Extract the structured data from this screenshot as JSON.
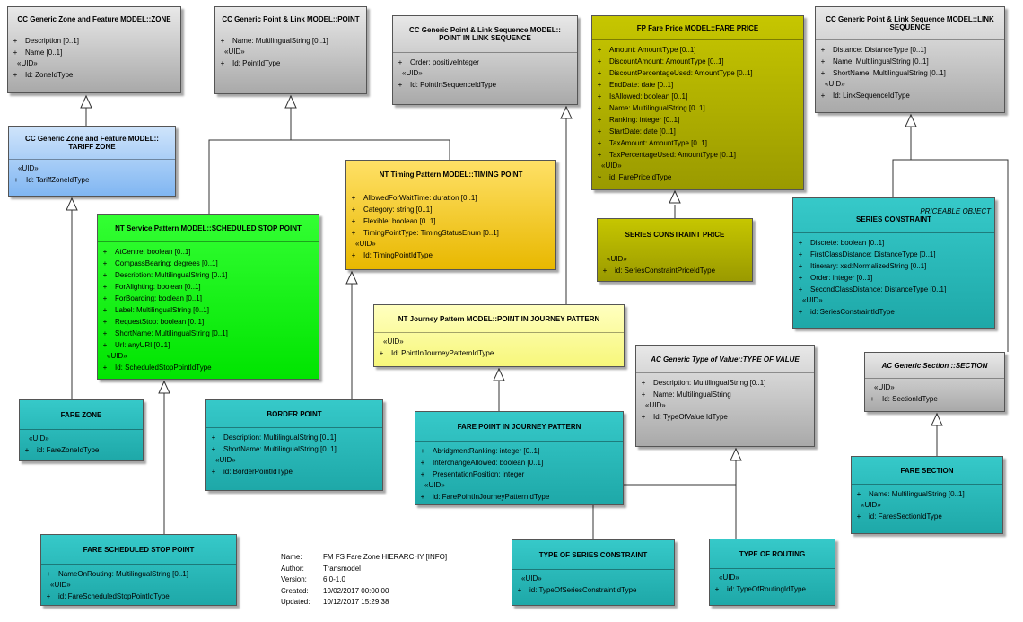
{
  "diagram": {
    "classes": [
      {
        "id": "zone",
        "title": [
          "CC Generic Zone and Feature MODEL::ZONE"
        ],
        "attrs": [
          [
            "+",
            "Description [0..1]"
          ],
          [
            "+",
            "Name [0..1]"
          ]
        ],
        "uid": "«UID»",
        "ids": [
          [
            "+",
            "Id: ZoneIdType"
          ]
        ]
      },
      {
        "id": "point",
        "title": [
          "CC Generic Point & Link MODEL::POINT"
        ],
        "attrs": [
          [
            "+",
            "Name: MultilingualString [0..1]"
          ]
        ],
        "uid": "«UID»",
        "ids": [
          [
            "+",
            "Id: PointIdType"
          ]
        ]
      },
      {
        "id": "pils",
        "title": [
          "CC Generic Point & Link Sequence MODEL::",
          "POINT IN LINK SEQUENCE"
        ],
        "attrs": [
          [
            "+",
            "Order: positiveInteger"
          ]
        ],
        "uid": "«UID»",
        "ids": [
          [
            "+",
            "Id: PointInSequenceIdType"
          ]
        ]
      },
      {
        "id": "fareprice",
        "title": [
          "FP Fare Price MODEL::FARE PRICE"
        ],
        "attrs": [
          [
            "+",
            "Amount: AmountType [0..1]"
          ],
          [
            "+",
            "DiscountAmount: AmountType [0..1]"
          ],
          [
            "+",
            "DiscountPercentageUsed: AmountType [0..1]"
          ],
          [
            "+",
            "EndDate: date [0..1]"
          ],
          [
            "+",
            "IsAllowed: boolean [0..1]"
          ],
          [
            "+",
            "Name: MultilingualString [0..1]"
          ],
          [
            "+",
            "Ranking: integer [0..1]"
          ],
          [
            "+",
            "StartDate: date [0..1]"
          ],
          [
            "+",
            "TaxAmount: AmountType [0..1]"
          ],
          [
            "+",
            "TaxPercentageUsed: AmountType [0..1]"
          ]
        ],
        "uid": "«UID»",
        "ids": [
          [
            "~",
            "id: FarePriceIdType"
          ]
        ]
      },
      {
        "id": "linkseq",
        "title": [
          "CC Generic Point & Link Sequence MODEL::LINK",
          "SEQUENCE"
        ],
        "attrs": [
          [
            "+",
            "Distance: DistanceType [0..1]"
          ],
          [
            "+",
            "Name: MultilingualString [0..1]"
          ],
          [
            "+",
            "ShortName: MultilingualString [0..1]"
          ]
        ],
        "uid": "«UID»",
        "ids": [
          [
            "+",
            "Id: LinkSequenceIdType"
          ]
        ]
      },
      {
        "id": "tariffzone",
        "title": [
          "CC Generic Zone and Feature MODEL::",
          "TARIFF ZONE"
        ],
        "attrs": [],
        "uid": "«UID»",
        "ids": [
          [
            "+",
            "Id: TariffZoneIdType"
          ]
        ]
      },
      {
        "id": "timingpoint",
        "title": [
          "NT Timing Pattern MODEL::TIMING POINT"
        ],
        "attrs": [
          [
            "+",
            "AllowedForWaitTime: duration [0..1]"
          ],
          [
            "+",
            "Category: string [0..1]"
          ],
          [
            "+",
            "Flexible: boolean [0..1]"
          ],
          [
            "+",
            "TimingPointType: TimingStatusEnum [0..1]"
          ]
        ],
        "uid": "«UID»",
        "ids": [
          [
            "+",
            "Id: TimingPointIdType"
          ]
        ]
      },
      {
        "id": "ssp",
        "title": [
          "NT Service Pattern MODEL::SCHEDULED STOP POINT"
        ],
        "attrs": [
          [
            "+",
            "AtCentre: boolean [0..1]"
          ],
          [
            "+",
            "CompassBearing: degrees [0..1]"
          ],
          [
            "+",
            "Description: MultilingualString [0..1]"
          ],
          [
            "+",
            "ForAlighting: boolean [0..1]"
          ],
          [
            "+",
            "ForBoarding: boolean [0..1]"
          ],
          [
            "+",
            "Label: MultilingualString [0..1]"
          ],
          [
            "+",
            "RequestStop: boolean [0..1]"
          ],
          [
            "+",
            "ShortName: MultilingualString [0..1]"
          ],
          [
            "+",
            "Url: anyURI [0..1]"
          ]
        ],
        "uid": "«UID»",
        "ids": [
          [
            "+",
            "Id: ScheduledStopPointIdType"
          ]
        ]
      },
      {
        "id": "scprice",
        "title": [
          "SERIES CONSTRAINT PRICE"
        ],
        "attrs": [],
        "uid": "«UID»",
        "ids": [
          [
            "+",
            "id: SeriesConstraintPriceIdType"
          ]
        ]
      },
      {
        "id": "seriesconstraint",
        "stereotype": "PRICEABLE OBJECT",
        "title": [
          "SERIES CONSTRAINT"
        ],
        "attrs": [
          [
            "+",
            "Discrete: boolean [0..1]"
          ],
          [
            "+",
            "FirstClassDistance: DistanceType [0..1]"
          ],
          [
            "+",
            "Itinerary: xsd:NormalizedString [0..1]"
          ],
          [
            "+",
            "Order: integer [0..1]"
          ],
          [
            "+",
            "SecondClassDistance: DistanceType [0..1]"
          ]
        ],
        "uid": "«UID»",
        "ids": [
          [
            "+",
            "id: SeriesConstraintIdType"
          ]
        ]
      },
      {
        "id": "pijp",
        "title": [
          "NT Journey Pattern MODEL::POINT IN JOURNEY PATTERN"
        ],
        "attrs": [],
        "uid": "«UID»",
        "ids": [
          [
            "+",
            "Id: PointInJourneyPatternIdType"
          ]
        ]
      },
      {
        "id": "typeofvalue",
        "italic": true,
        "title": [
          "AC Generic Type of Value::TYPE OF VALUE"
        ],
        "attrs": [
          [
            "+",
            "Description: MultilingualString [0..1]"
          ],
          [
            "+",
            "Name: MultilingualString"
          ]
        ],
        "uid": "«UID»",
        "ids": [
          [
            "+",
            "Id: TypeOfValue IdType"
          ]
        ]
      },
      {
        "id": "section",
        "italic": true,
        "title": [
          "AC Generic Section ::SECTION"
        ],
        "attrs": [],
        "uid": "«UID»",
        "ids": [
          [
            "+",
            "Id: SectionIdType"
          ]
        ]
      },
      {
        "id": "farezone",
        "title": [
          "FARE ZONE"
        ],
        "attrs": [],
        "uid": "«UID»",
        "ids": [
          [
            "+",
            "id: FareZoneIdType"
          ]
        ]
      },
      {
        "id": "borderpoint",
        "title": [
          "BORDER POINT"
        ],
        "attrs": [
          [
            "+",
            "Description: MultilingualString [0..1]"
          ],
          [
            "+",
            "ShortName: MultilingualString [0..1]"
          ]
        ],
        "uid": "«UID»",
        "ids": [
          [
            "+",
            "id: BorderPointIdType"
          ]
        ]
      },
      {
        "id": "fpijp",
        "title": [
          "FARE POINT IN JOURNEY PATTERN"
        ],
        "attrs": [
          [
            "+",
            "AbridgmentRanking: integer [0..1]"
          ],
          [
            "+",
            "InterchangeAllowed: boolean [0..1]"
          ],
          [
            "+",
            "PresentationPosition: integer"
          ]
        ],
        "uid": "«UID»",
        "ids": [
          [
            "+",
            "id: FarePointInJourneyPatternIdType"
          ]
        ]
      },
      {
        "id": "faresection",
        "title": [
          "FARE SECTION"
        ],
        "attrs": [
          [
            "+",
            "Name: MultilingualString [0..1]"
          ]
        ],
        "uid": "«UID»",
        "ids": [
          [
            "+",
            "id: FaresSectionIdType"
          ]
        ]
      },
      {
        "id": "fssp",
        "title": [
          "FARE SCHEDULED STOP POINT"
        ],
        "attrs": [
          [
            "+",
            "NameOnRouting: MultilingualString [0..1]"
          ]
        ],
        "uid": "«UID»",
        "ids": [
          [
            "+",
            "id: FareScheduledStopPointIdType"
          ]
        ]
      },
      {
        "id": "tosc",
        "title": [
          "TYPE OF SERIES CONSTRAINT"
        ],
        "attrs": [],
        "uid": "«UID»",
        "ids": [
          [
            "+",
            "id: TypeOfSeriesConstraintIdType"
          ]
        ]
      },
      {
        "id": "tor",
        "title": [
          "TYPE OF ROUTING"
        ],
        "attrs": [],
        "uid": "«UID»",
        "ids": [
          [
            "+",
            "id: TypeOfRoutingIdType"
          ]
        ]
      }
    ],
    "info": [
      {
        "key": "Name:",
        "value": "FM FS Fare Zone HIERARCHY [INFO]"
      },
      {
        "key": "Author:",
        "value": "Transmodel"
      },
      {
        "key": "Version:",
        "value": "6.0-1.0"
      },
      {
        "key": "Created:",
        "value": "10/02/2017 00:00:00"
      },
      {
        "key": "Updated:",
        "value": "10/12/2017 15:29:38"
      }
    ]
  }
}
